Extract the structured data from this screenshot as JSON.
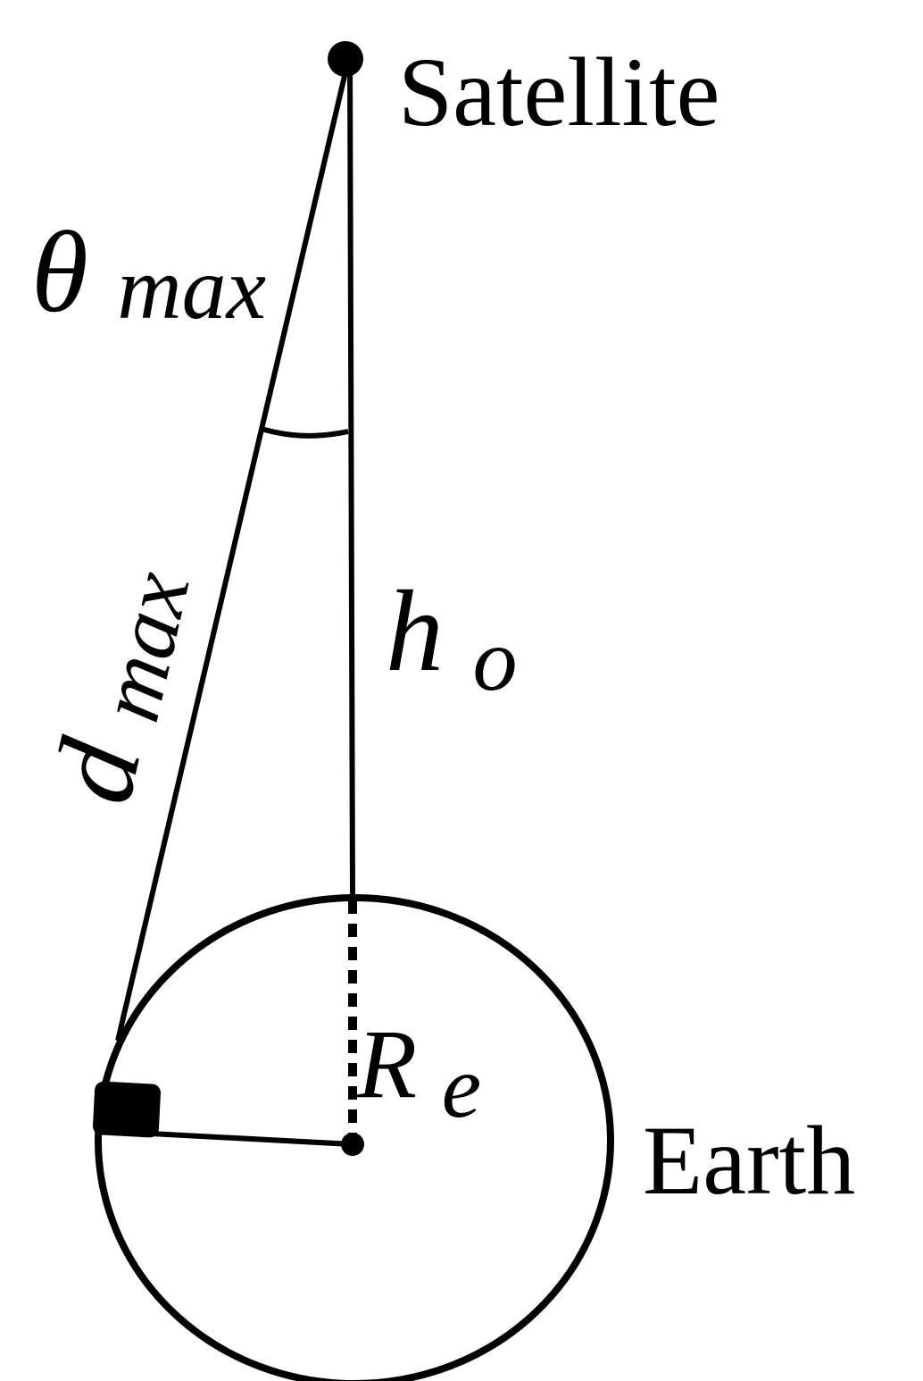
{
  "diagram": {
    "satellite_label": "Satellite",
    "earth_label": "Earth",
    "theta_symbol": "θ",
    "theta_subscript": "max",
    "d_symbol": "d",
    "d_subscript": "max",
    "h_symbol": "h",
    "h_subscript": "o",
    "r_symbol": "R",
    "r_subscript": "e"
  },
  "colors": {
    "stroke": "#000000",
    "background": "#ffffff"
  }
}
